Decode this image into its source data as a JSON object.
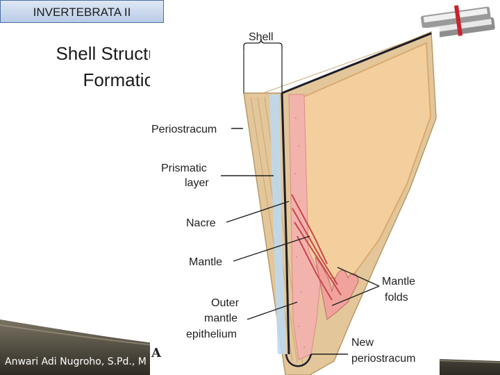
{
  "header": {
    "course": "INVERTEBRATA II"
  },
  "slide": {
    "title_line1": "Shell Structure &",
    "title_line2": "Formation"
  },
  "footer": {
    "author": "Anwari Adi Nugroho, S.Pd., M"
  },
  "diagram": {
    "panel_letter": "A",
    "labels": {
      "shell": "Shell",
      "periostracum": "Periostracum",
      "prismatic_1": "Prismatic",
      "prismatic_2": "layer",
      "nacre": "Nacre",
      "mantle": "Mantle",
      "mantle_folds_1": "Mantle",
      "mantle_folds_2": "folds",
      "outer_1": "Outer",
      "outer_2": "mantle",
      "outer_3": "epithelium",
      "new_peri_1": "New",
      "new_peri_2": "periostracum"
    }
  },
  "colors": {
    "shell_tan": "#e3c79a",
    "inner_peach": "#f3cf9e",
    "mantle_pink": "#f2b3ad",
    "muscle_red": "#c9444c",
    "layer_blue": "#bcd8ee"
  }
}
